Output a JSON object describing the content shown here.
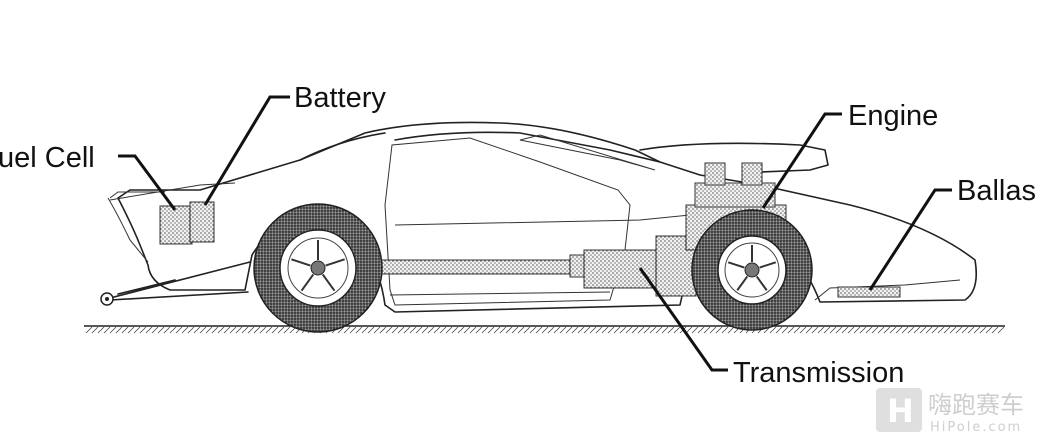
{
  "labels": {
    "battery": "Battery",
    "fuel_cell": "uel Cell",
    "engine": "Engine",
    "ballast": "Ballas",
    "transmission": "Transmission"
  },
  "watermark": {
    "chinese": "嗨跑赛车",
    "url": "HiPole.com",
    "logo": "H"
  },
  "colors": {
    "line": "#222222",
    "label": "#111111",
    "watermark": "#c9c9c9"
  }
}
